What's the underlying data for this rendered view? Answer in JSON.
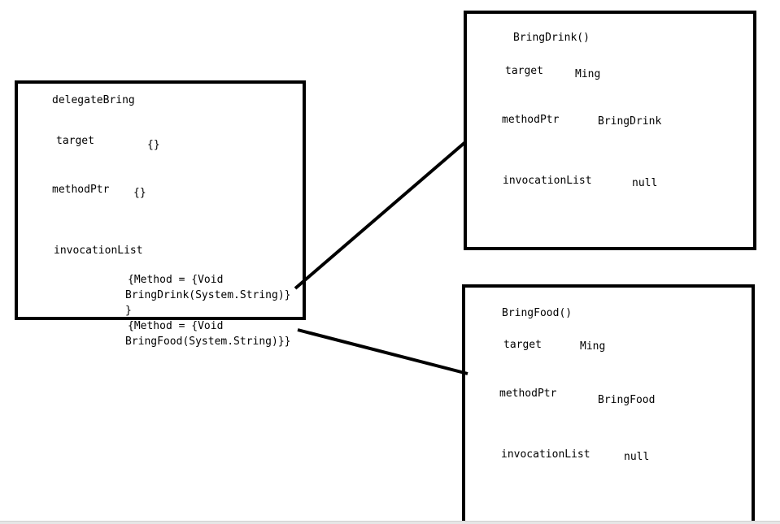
{
  "delegate": {
    "title": "delegateBring",
    "target_label": "target",
    "target_value": "{}",
    "method_label": "methodPtr",
    "method_value": "{}",
    "invocation_label": "invocationList",
    "invocation_items": [
      "{Method = {Void",
      "BringDrink(System.String)}",
      "}",
      "{Method = {Void",
      "BringFood(System.String)}}"
    ]
  },
  "drink": {
    "title": "BringDrink()",
    "target_label": "target",
    "target_value": "Ming",
    "method_label": "methodPtr",
    "method_value": "BringDrink",
    "invocation_label": "invocationList",
    "invocation_value": "null"
  },
  "food": {
    "title": "BringFood()",
    "target_label": "target",
    "target_value": "Ming",
    "method_label": "methodPtr",
    "method_value": "BringFood",
    "invocation_label": "invocationList",
    "invocation_value": "null"
  },
  "colors": {
    "stroke": "#000000",
    "background": "#ffffff"
  }
}
